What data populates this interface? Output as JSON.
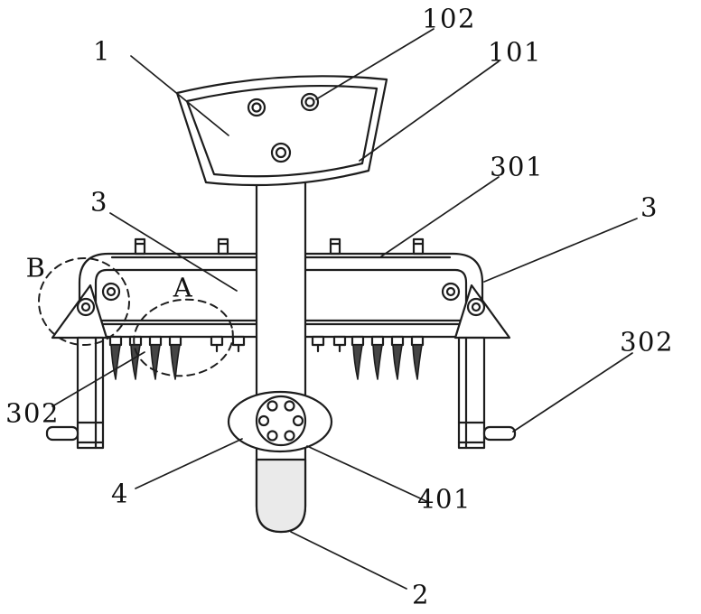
{
  "figure": {
    "kind": "patent-style mechanical assembly line drawing",
    "line_color": "#1d1d1d",
    "background": "#ffffff",
    "labels": {
      "ref_1": "1",
      "ref_2": "2",
      "ref_3_left": "3",
      "ref_3_right": "3",
      "ref_4": "4",
      "ref_101": "101",
      "ref_102": "102",
      "ref_301": "301",
      "ref_302_left": "302",
      "ref_302_right": "302",
      "ref_401": "401",
      "detail_a": "A",
      "detail_b": "B"
    }
  }
}
